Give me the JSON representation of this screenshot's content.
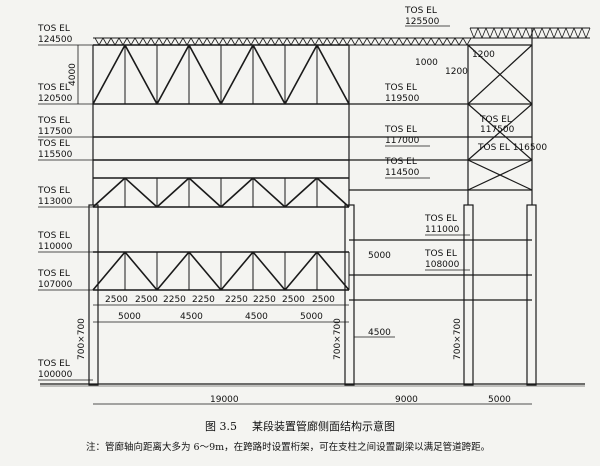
{
  "elevations": {
    "left": [
      {
        "label": "TOS EL",
        "value": "124500"
      },
      {
        "label": "TOS EL",
        "value": "120500"
      },
      {
        "label": "TOS EL",
        "value": "117500"
      },
      {
        "label": "TOS EL",
        "value": "115500"
      },
      {
        "label": "TOS EL",
        "value": "113000"
      },
      {
        "label": "TOS EL",
        "value": "110000"
      },
      {
        "label": "TOS EL",
        "value": "107000"
      },
      {
        "label": "TOS EL",
        "value": "100000"
      }
    ],
    "top": {
      "label": "TOS EL",
      "value": "125500"
    },
    "mid": [
      {
        "label": "TOS EL",
        "value": "119500"
      },
      {
        "label": "TOS EL",
        "value": "117000"
      },
      {
        "label": "TOS EL",
        "value": "114500"
      },
      {
        "label": "TOS EL",
        "value": "111000"
      },
      {
        "label": "TOS EL",
        "value": "108000"
      }
    ],
    "right": [
      {
        "label": "TOS EL",
        "value": "117500"
      },
      {
        "label": "TOS EL",
        "value": "116500"
      }
    ]
  },
  "dims": {
    "left_height": "4000",
    "top_dims": [
      "1200",
      "1000",
      "1200"
    ],
    "bay_top": [
      "2500",
      "2500",
      "2250",
      "2250",
      "2250",
      "2250",
      "2500",
      "2500"
    ],
    "bay_mid": [
      "5000",
      "4500",
      "4500",
      "5000"
    ],
    "mid_5000": "5000",
    "mid_4500": "4500",
    "bottom": [
      "19000",
      "9000",
      "5000"
    ],
    "column_left": "700×700",
    "column_mid": "700×700",
    "column_right": "700×700"
  },
  "caption": {
    "num": "图 3.5",
    "title": "某段装置管廊侧面结构示意图",
    "note": "注：管廊轴向距离大多为 6～9m，在跨路时设置桁架，可在支柱之间设置副梁以满足管道跨距。"
  }
}
